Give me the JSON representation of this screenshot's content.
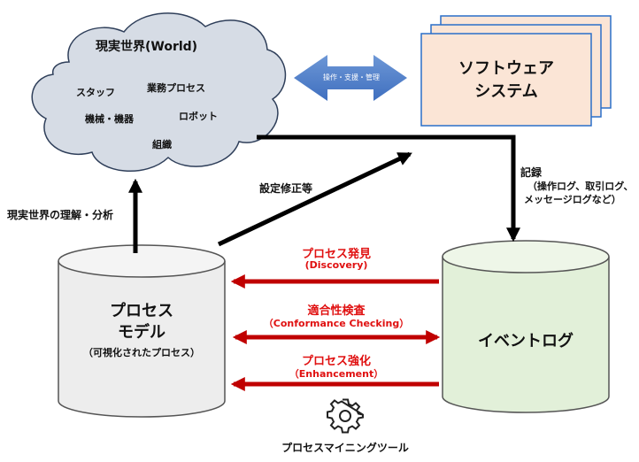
{
  "world": {
    "title": "現実世界(World)",
    "items": [
      "スタッフ",
      "業務プロセス",
      "機械・機器",
      "ロボット",
      "組織"
    ]
  },
  "software": {
    "line1": "ソフトウェア",
    "line2": "システム"
  },
  "interaction_arrow_label": "操作・支援・管理",
  "record": {
    "title": "記録",
    "detail1": "（操作ログ、取引ログ、",
    "detail2": "メッセージログなど）"
  },
  "config_label": "設定修正等",
  "understand_label": "現実世界の理解・分析",
  "process_model": {
    "line1": "プロセス",
    "line2": "モデル",
    "sub": "（可視化されたプロセス）"
  },
  "event_log": {
    "label": "イベントログ"
  },
  "discovery": {
    "jp": "プロセス発見",
    "en": "(Discovery)"
  },
  "conformance": {
    "jp": "適合性検査",
    "en": "（Conformance Checking）"
  },
  "enhancement": {
    "jp": "プロセス強化",
    "en": "（Enhancement）"
  },
  "tool": {
    "label": "プロセスマイニングツール",
    "icon": "gear-icon"
  },
  "colors": {
    "cloud": "#d6dce5",
    "software": "#fbe5d6",
    "cylinder_gray": "#ededed",
    "cylinder_green": "#e2f0d9",
    "accent_red": "#c00000",
    "arrow_blue": "#4a7cc9"
  }
}
